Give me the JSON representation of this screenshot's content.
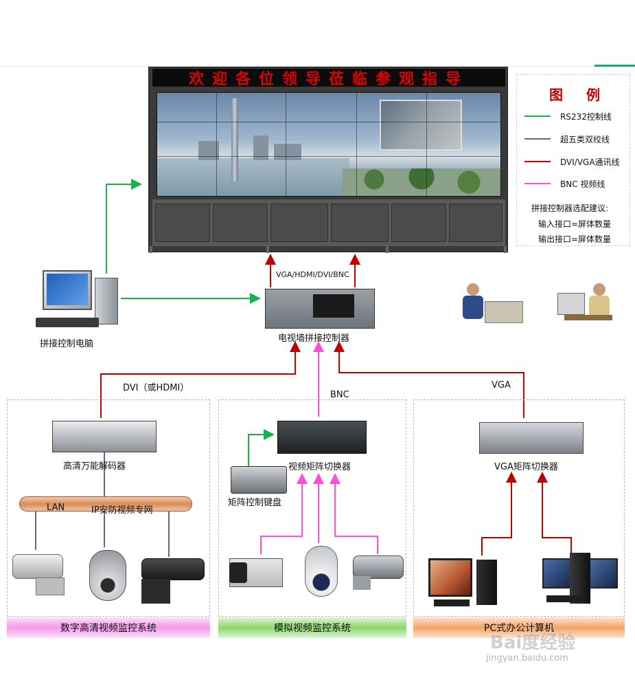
{
  "banner": "欢迎各位领导莅临参观指导",
  "legend": {
    "title": "图例",
    "items": [
      {
        "label": "RS232控制线",
        "color": "#19b24b"
      },
      {
        "label": "超五类双绞线",
        "color": "#5a6b85"
      },
      {
        "label": "DVI/VGA通讯线",
        "color": "#c00000"
      },
      {
        "label": "BNC 视频线",
        "color": "#ff4fd8"
      }
    ],
    "note_title": "拼接控制器选配建议:",
    "note_input": "输入接口=屏体数量",
    "note_output": "输出接口=屏体数量"
  },
  "labels": {
    "wall_interface": "VGA/HDMI/DVI/BNC",
    "splice_pc": "拼接控制电脑",
    "controller": "电视墙拼接控制器",
    "dvi": "DVI（或HDMI）",
    "bnc": "BNC",
    "vga": "VGA",
    "decoder": "高清万能解码器",
    "video_matrix": "视频矩阵切换器",
    "matrix_keyboard": "矩阵控制键盘",
    "vga_matrix": "VGA矩阵切换器",
    "lan": "LAN",
    "ip_net": "IP安防视频专网"
  },
  "sections": [
    {
      "label": "数字高清视频监控系统",
      "color": "#f7b7ef"
    },
    {
      "label": "模拟视频监控系统",
      "color": "#9be07e"
    },
    {
      "label": "PC式办公计算机",
      "color": "#f6b37c"
    }
  ],
  "watermark": {
    "main": "Bai度经验",
    "sub": "jingyan.baidu.com"
  }
}
